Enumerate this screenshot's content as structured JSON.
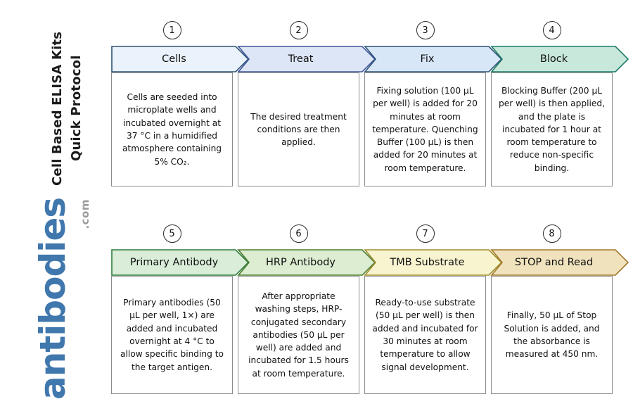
{
  "branding": {
    "vertical_title": "Cell Based ELISA Kits\nQuick Protocol",
    "logo_text": "antibodies",
    "logo_suffix": ".com",
    "logo_color": "#4077ad"
  },
  "steps": [
    {
      "number": "1",
      "label": "Cells",
      "description": "Cells are seeded into microplate wells and incubated overnight at 37 °C in a humidified atmosphere containing 5% CO₂.",
      "fill": "#eaf2fb",
      "stroke": "#2f5376"
    },
    {
      "number": "2",
      "label": "Treat",
      "description": "The desired treatment conditions are then applied.",
      "fill": "#dde6f7",
      "stroke": "#3f569a"
    },
    {
      "number": "3",
      "label": "Fix",
      "description": "Fixing solution (100 μL per well) is added for 20 minutes at room temperature. Quenching Buffer (100 μL) is then added for 20 minutes at room temperature.",
      "fill": "#d7e7f8",
      "stroke": "#2f5376"
    },
    {
      "number": "4",
      "label": "Block",
      "description": "Blocking Buffer (200 μL per well) is then applied, and the plate is incubated for 1 hour at room temperature to reduce non-specific binding.",
      "fill": "#c9e8dc",
      "stroke": "#1d7a66"
    },
    {
      "number": "5",
      "label": "Primary Antibody",
      "description": "Primary antibodies (50 μL per well, 1×) are added and incubated overnight at 4 °C to allow specific binding to the target antigen.",
      "fill": "#d9edd9",
      "stroke": "#2f7d3f"
    },
    {
      "number": "6",
      "label": "HRP Antibody",
      "description": "After appropriate washing steps, HRP-conjugated secondary antibodies (50 μL per well) are added and incubated for 1.5 hours at room temperature.",
      "fill": "#dcedd2",
      "stroke": "#4c7d2f"
    },
    {
      "number": "7",
      "label": "TMB Substrate",
      "description": "Ready-to-use substrate (50 μL per well) is then added and incubated for 30 minutes at room temperature to allow signal development.",
      "fill": "#f8f4d0",
      "stroke": "#9d8d2f"
    },
    {
      "number": "8",
      "label": "STOP and Read",
      "description": "Finally, 50 μL of Stop Solution is added, and the absorbance is measured at 450 nm.",
      "fill": "#efe2bd",
      "stroke": "#a4782a"
    }
  ]
}
